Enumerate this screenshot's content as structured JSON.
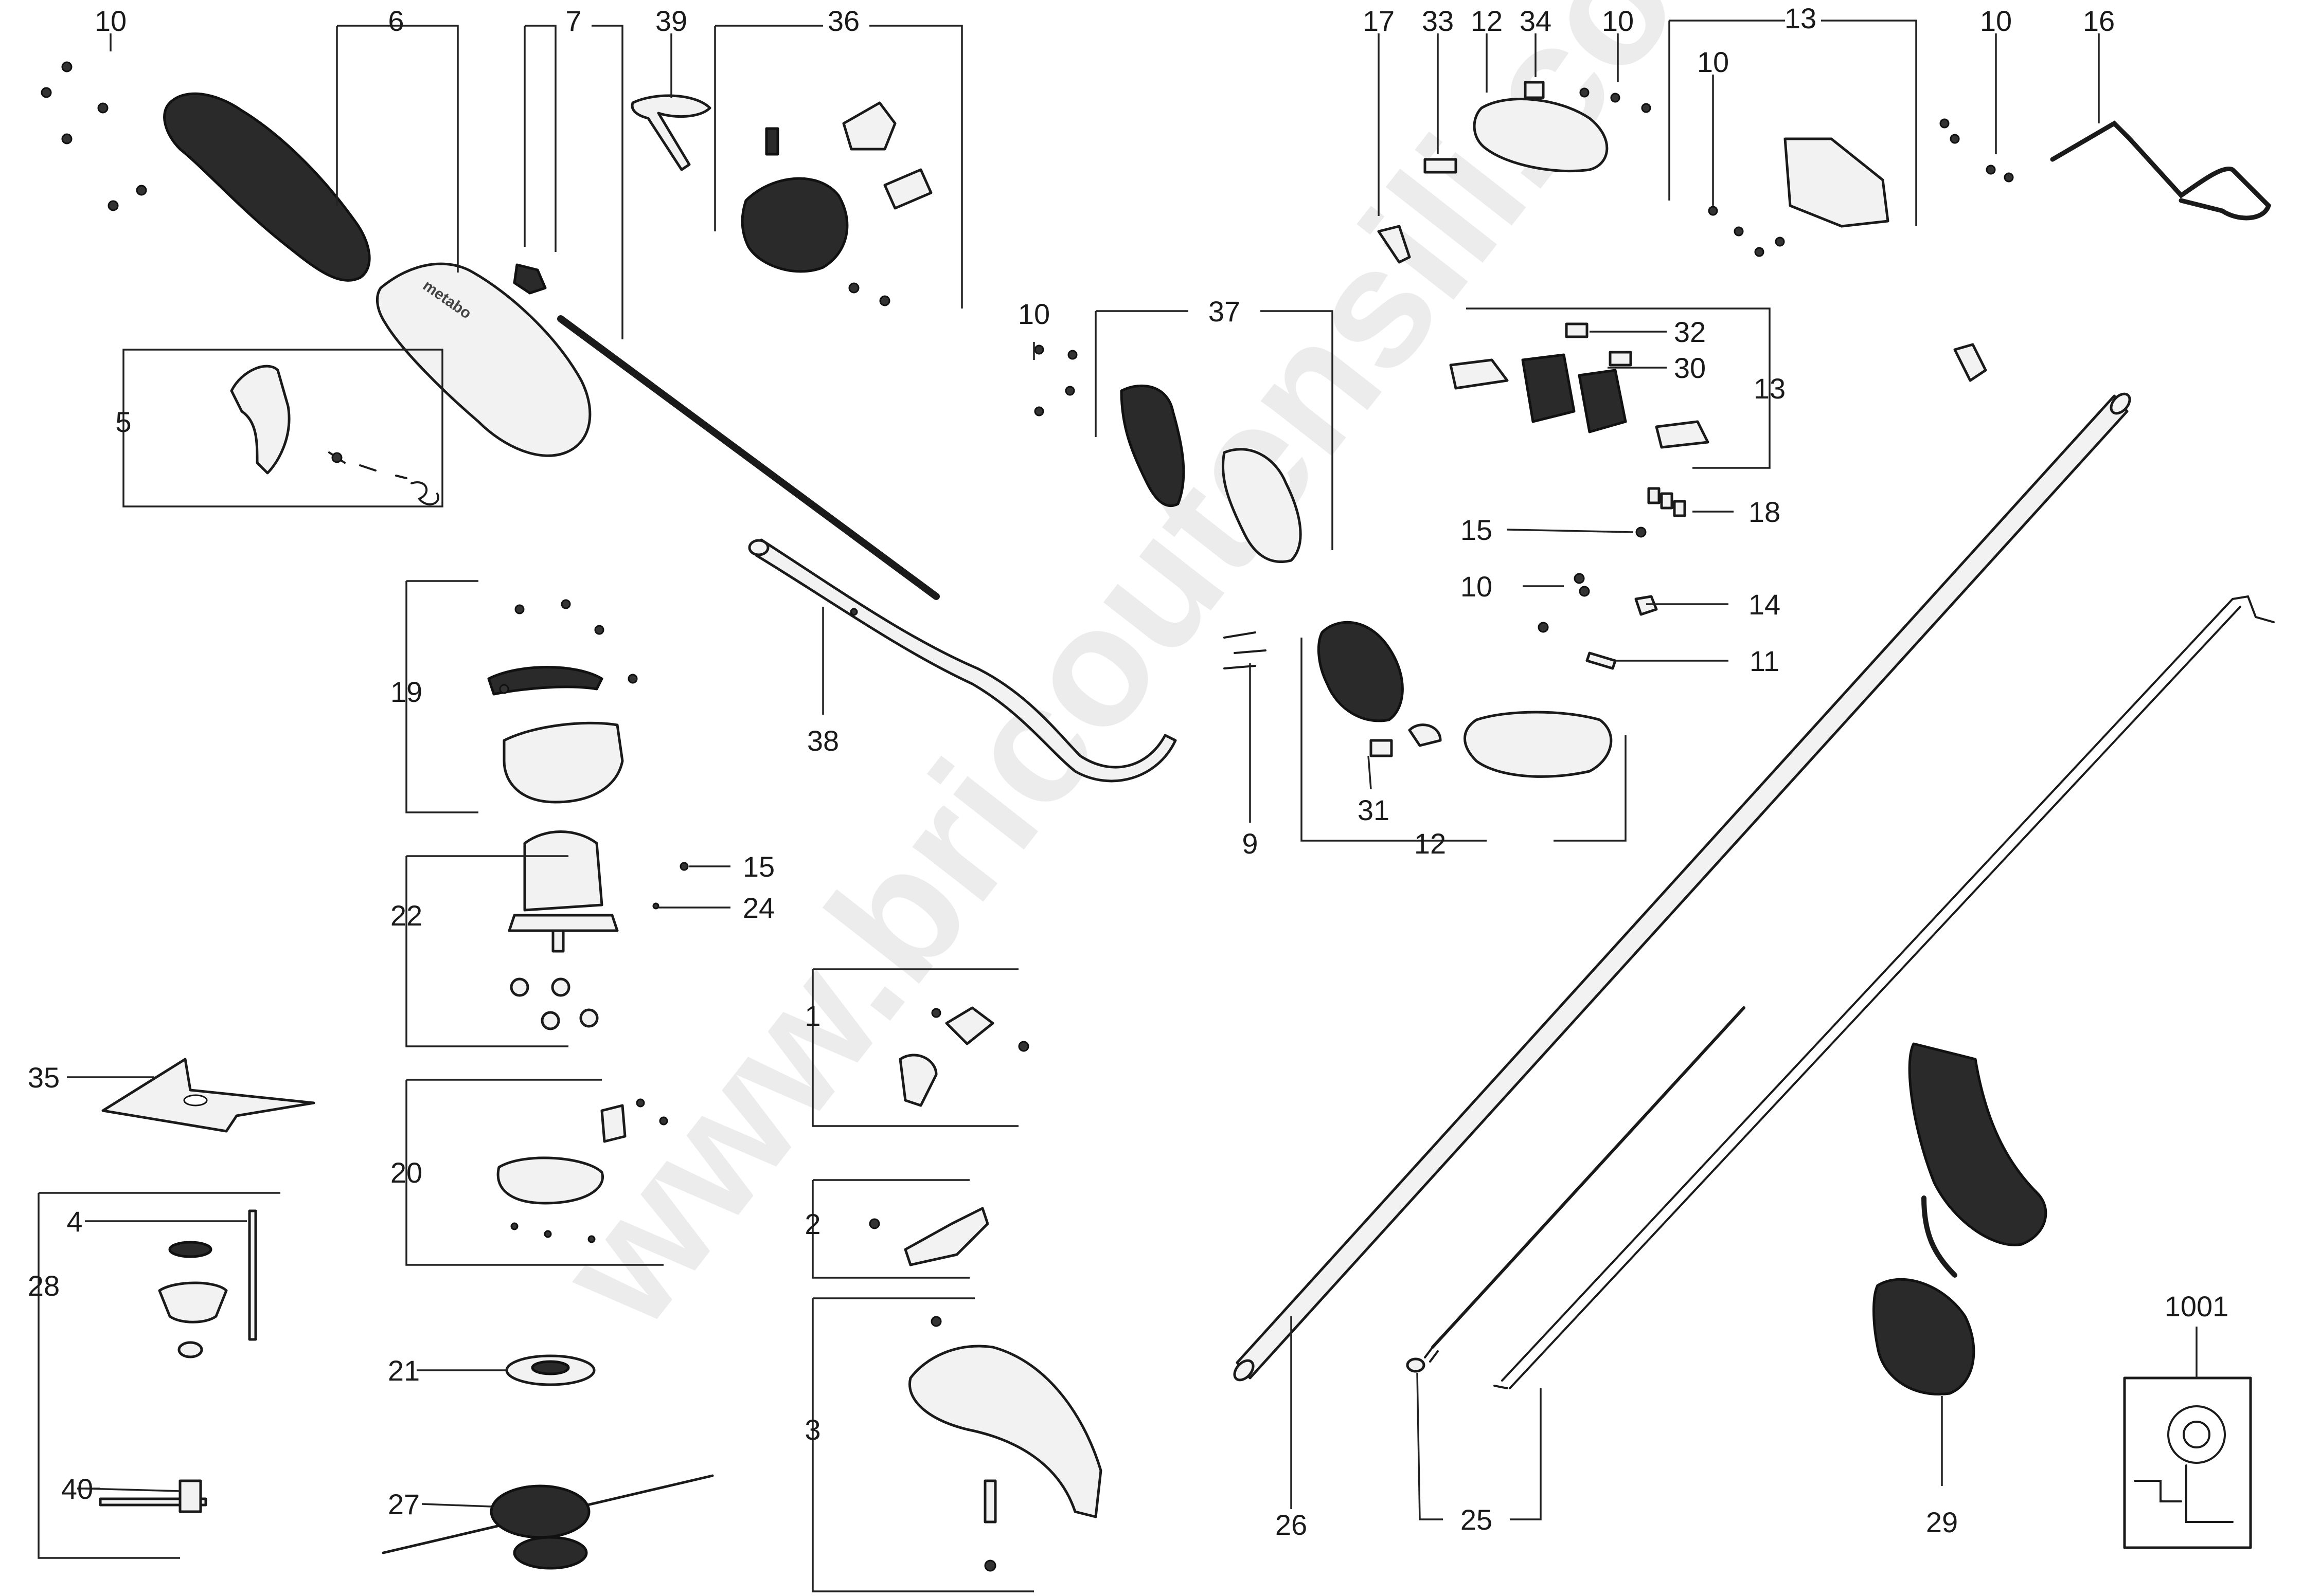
{
  "watermark": "www.bricoutensili.com",
  "brand_marks": {
    "housing": "metabo",
    "harness": "metabo"
  },
  "callouts": {
    "c10a": "10",
    "c6": "6",
    "c7": "7",
    "c39": "39",
    "c36": "36",
    "c17": "17",
    "c33": "33",
    "c12a": "12",
    "c34": "34",
    "c10b": "10",
    "c13a": "13",
    "c10c": "10",
    "c16": "16",
    "c10d": "10",
    "c5": "5",
    "c10e": "10",
    "c37": "37",
    "c32": "32",
    "c30": "30",
    "c13b": "13",
    "c18": "18",
    "c15a": "15",
    "c10f": "10",
    "c14": "14",
    "c11": "11",
    "c19": "19",
    "c38": "38",
    "c9": "9",
    "c31": "31",
    "c12b": "12",
    "c15b": "15",
    "c24": "24",
    "c22": "22",
    "c1": "1",
    "c35": "35",
    "c20": "20",
    "c4": "4",
    "c28": "28",
    "c2": "2",
    "c1001": "1001",
    "c3": "3",
    "c21": "21",
    "c40": "40",
    "c27": "27",
    "c26": "26",
    "c25": "25",
    "c29": "29"
  }
}
